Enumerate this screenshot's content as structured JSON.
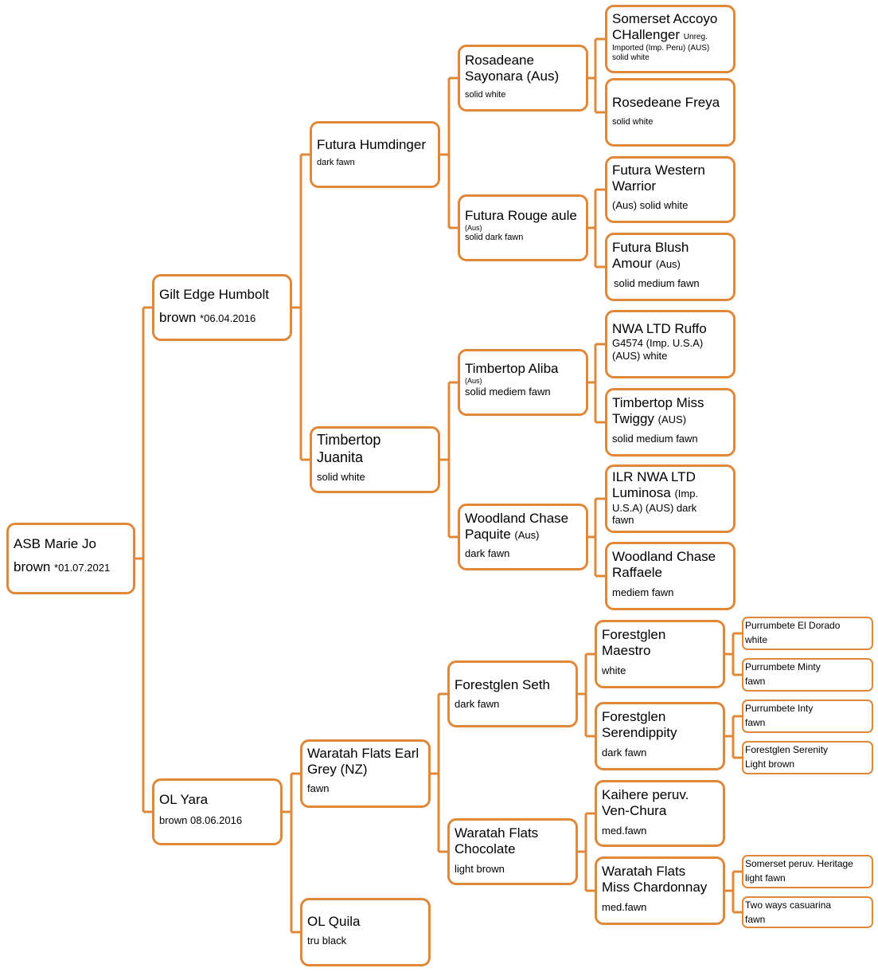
{
  "line_color": "#E0883A",
  "root": {
    "name": "ASB Marie Jo",
    "color": "brown",
    "born": "*01.07.2021"
  },
  "sire": {
    "name": "Gilt Edge Humbolt",
    "color": "brown",
    "born": "*06.04.2016"
  },
  "dam": {
    "name": "OL Yara",
    "info": "brown 08.06.2016"
  },
  "gen3": {
    "futura_humdinger": {
      "name": "Futura Humdinger",
      "info": "dark fawn"
    },
    "timbertop_juanita": {
      "name1": "Timbertop",
      "name2": "Juanita",
      "info": "solid white"
    },
    "waratah_earl_grey": {
      "name1": "Waratah Flats Earl",
      "name2": "Grey (NZ)",
      "info": "fawn"
    },
    "ol_quila": {
      "name": "OL Quila",
      "info": "tru black"
    }
  },
  "gen4": {
    "rosadeane": {
      "name1": "Rosadeane",
      "name2": "Sayonara (Aus)",
      "info": "solid white"
    },
    "futura_rouge": {
      "name": "Futura Rouge aule",
      "note": "(Aus)",
      "info": "solid dark fawn"
    },
    "timbertop_aliba": {
      "name": "Timbertop Aliba",
      "note": "(Aus)",
      "info": "solid mediem fawn"
    },
    "woodland_paquite": {
      "name1": "Woodland Chase",
      "name2": "Paquite",
      "note": "(Aus)",
      "info": "dark fawn"
    },
    "forestglen_seth": {
      "name": "Forestglen Seth",
      "info": "dark fawn"
    },
    "waratah_chocolate": {
      "name1": "Waratah Flats",
      "name2": "Chocolate",
      "info": "light brown"
    }
  },
  "gen5": {
    "somerset_accoyo": {
      "name1": "Somerset Accoyo",
      "name2": "CHallenger",
      "note1": "Unreg.",
      "note2": "Imported (Imp. Peru) (AUS)",
      "info": "solid white"
    },
    "rosedeane_freya": {
      "name": "Rosedeane Freya",
      "info": "solid white"
    },
    "futura_western": {
      "name1": "Futura Western",
      "name2": "Warrior",
      "info": "(Aus) solid white"
    },
    "futura_blush": {
      "name1": "Futura Blush",
      "name2": "Amour",
      "note": "(Aus)",
      "info": "solid medium fawn"
    },
    "nwa_ruffo": {
      "name": "NWA LTD Ruffo",
      "line2": "G4574 (Imp. U.S.A)",
      "line3": "(AUS) white"
    },
    "timbertop_twiggy": {
      "name1": "Timbertop Miss",
      "name2": "Twiggy",
      "note": "(AUS)",
      "info": "solid medium fawn"
    },
    "ilr_luminosa": {
      "name1": "ILR NWA LTD",
      "name2": "Luminosa",
      "note": "(Imp.",
      "line3": "U.S.A) (AUS)  dark",
      "line4": "fawn"
    },
    "woodland_raffaele": {
      "name1": "Woodland Chase",
      "name2": "Raffaele",
      "info": "mediem fawn"
    },
    "forestglen_maestro": {
      "name1": "Forestglen",
      "name2": "Maestro",
      "info": "white"
    },
    "forestglen_serendippity": {
      "name1": "Forestglen",
      "name2": "Serendippity",
      "info": "dark fawn"
    },
    "kaihere": {
      "name1": "Kaihere peruv.",
      "name2": "Ven-Chura",
      "info": "med.fawn"
    },
    "waratah_chardonnay": {
      "name1": "Waratah Flats",
      "name2": "Miss Chardonnay",
      "info": "med.fawn"
    }
  },
  "gen6": {
    "purrumbete_eldorado": {
      "name": "Purrumbete El Dorado",
      "info": "white"
    },
    "purrumbete_minty": {
      "name": "Purrumbete Minty",
      "info": "fawn"
    },
    "purrumbete_inty": {
      "name": "Purrumbete Inty",
      "info": "fawn"
    },
    "forestglen_serenity": {
      "name": "Forestglen Serenity",
      "info": "Light brown"
    },
    "somerset_heritage": {
      "name": "Somerset peruv. Heritage",
      "info": "light fawn"
    },
    "two_ways": {
      "name": "Two ways casuarina",
      "info": "fawn"
    }
  }
}
